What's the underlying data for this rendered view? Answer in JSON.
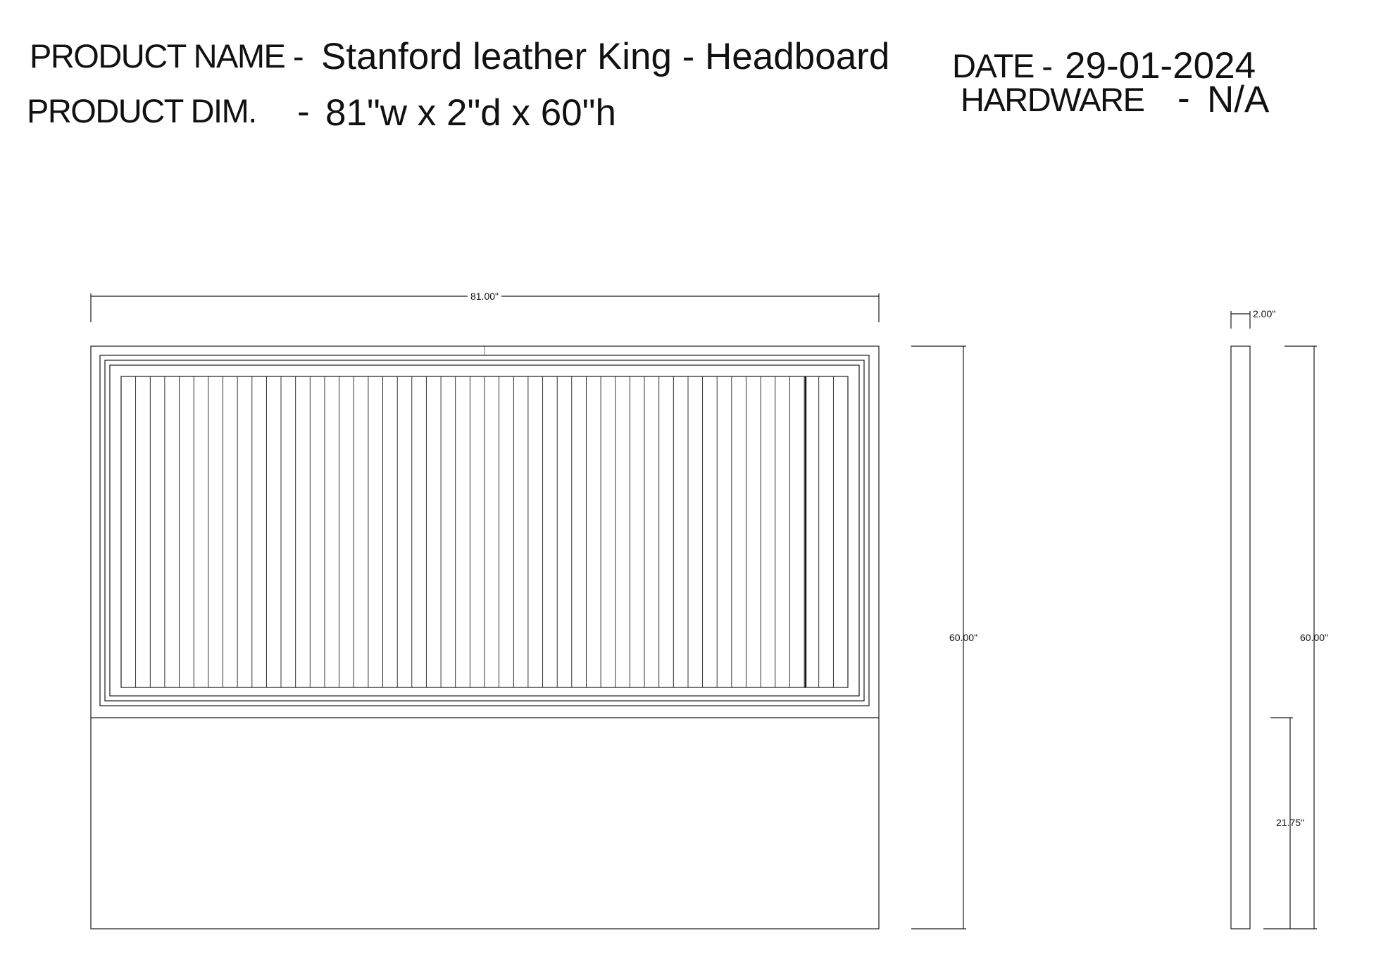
{
  "header": {
    "product_name_label": "PRODUCT NAME -",
    "product_name_value": "Stanford leather King - Headboard",
    "product_dim_label": "PRODUCT DIM.",
    "product_dim_dash": "-",
    "product_dim_value": "81\"w x 2\"d x 60\"h",
    "date_label": "DATE -",
    "date_value": "29-01-2024",
    "hardware_label": "HARDWARE",
    "hardware_dash": "-",
    "hardware_value": "N/A"
  },
  "drawing": {
    "front_view": {
      "width_dim": "81.00\"",
      "height_dim": "60.00\"",
      "width_in": 81,
      "height_in": 60,
      "upholstered_panel_height_in": 38.25,
      "vertical_channel_count": 50
    },
    "side_view": {
      "depth_dim": "2.00\"",
      "height_dim": "60.00\"",
      "lower_section_dim": "21.75\"",
      "depth_in": 2,
      "height_in": 60,
      "lower_section_in": 21.75
    },
    "line_color": "#1a1a1a"
  }
}
